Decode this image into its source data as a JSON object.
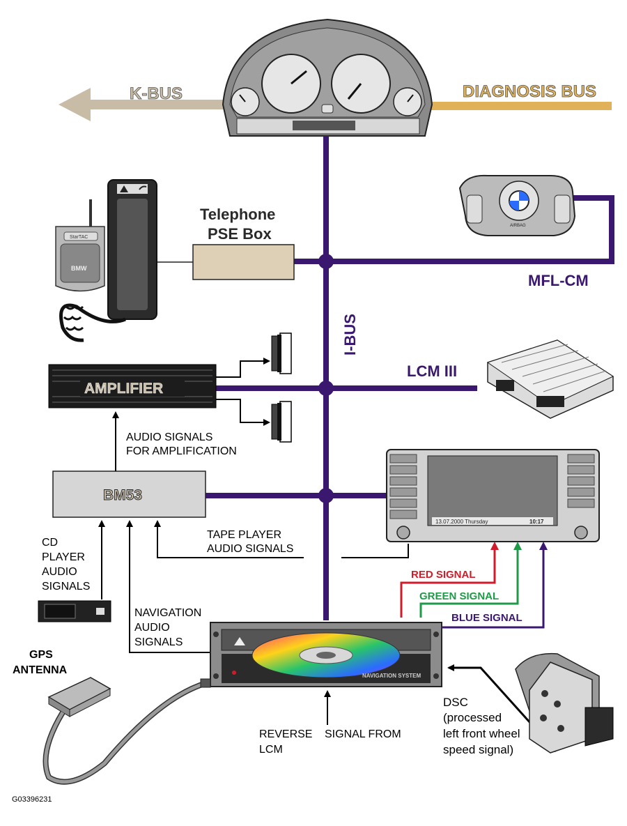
{
  "labels": {
    "kbus": "K-BUS",
    "diagbus": "DIAGNOSIS BUS",
    "telephone1": "Telephone",
    "telephone2": "PSE Box",
    "mflcm": "MFL-CM",
    "ibus": "I-BUS",
    "lcm": "LCM III",
    "amplifier": "AMPLIFIER",
    "audio_amp1": "AUDIO SIGNALS",
    "audio_amp2": "FOR AMPLIFICATION",
    "bm53": "BM53",
    "tape1": "TAPE PLAYER",
    "tape2": "AUDIO SIGNALS",
    "cd1": "CD",
    "cd2": "PLAYER",
    "cd3": "AUDIO",
    "cd4": "SIGNALS",
    "nav1": "NAVIGATION",
    "nav2": "AUDIO",
    "nav3": "SIGNALS",
    "red": "RED SIGNAL",
    "green": "GREEN SIGNAL",
    "blue": "BLUE SIGNAL",
    "gps1": "GPS",
    "gps2": "ANTENNA",
    "dsc1": "DSC",
    "dsc2": "(processed",
    "dsc3": "left front wheel",
    "dsc4": "speed signal)",
    "reverse1": "REVERSE",
    "reverse2": "LCM",
    "signal_from": "SIGNAL FROM",
    "figure_id": "G03396231",
    "display_date": "13.07.2000  Thursday",
    "display_time": "10:17",
    "nav_system": "NAVIGATION SYSTEM",
    "phone_brand": "StarTAC",
    "phone_logo": "BMW",
    "airbag": "AIRBAG"
  },
  "colors": {
    "ibus": "#3b1870",
    "kbus": "#c8bca6",
    "diagbus": "#e0b158",
    "red": "#d01c2a",
    "green": "#1f9a48",
    "blue": "#3b1870",
    "box": "#d6d6d6",
    "pse": "#ddd0b6"
  }
}
